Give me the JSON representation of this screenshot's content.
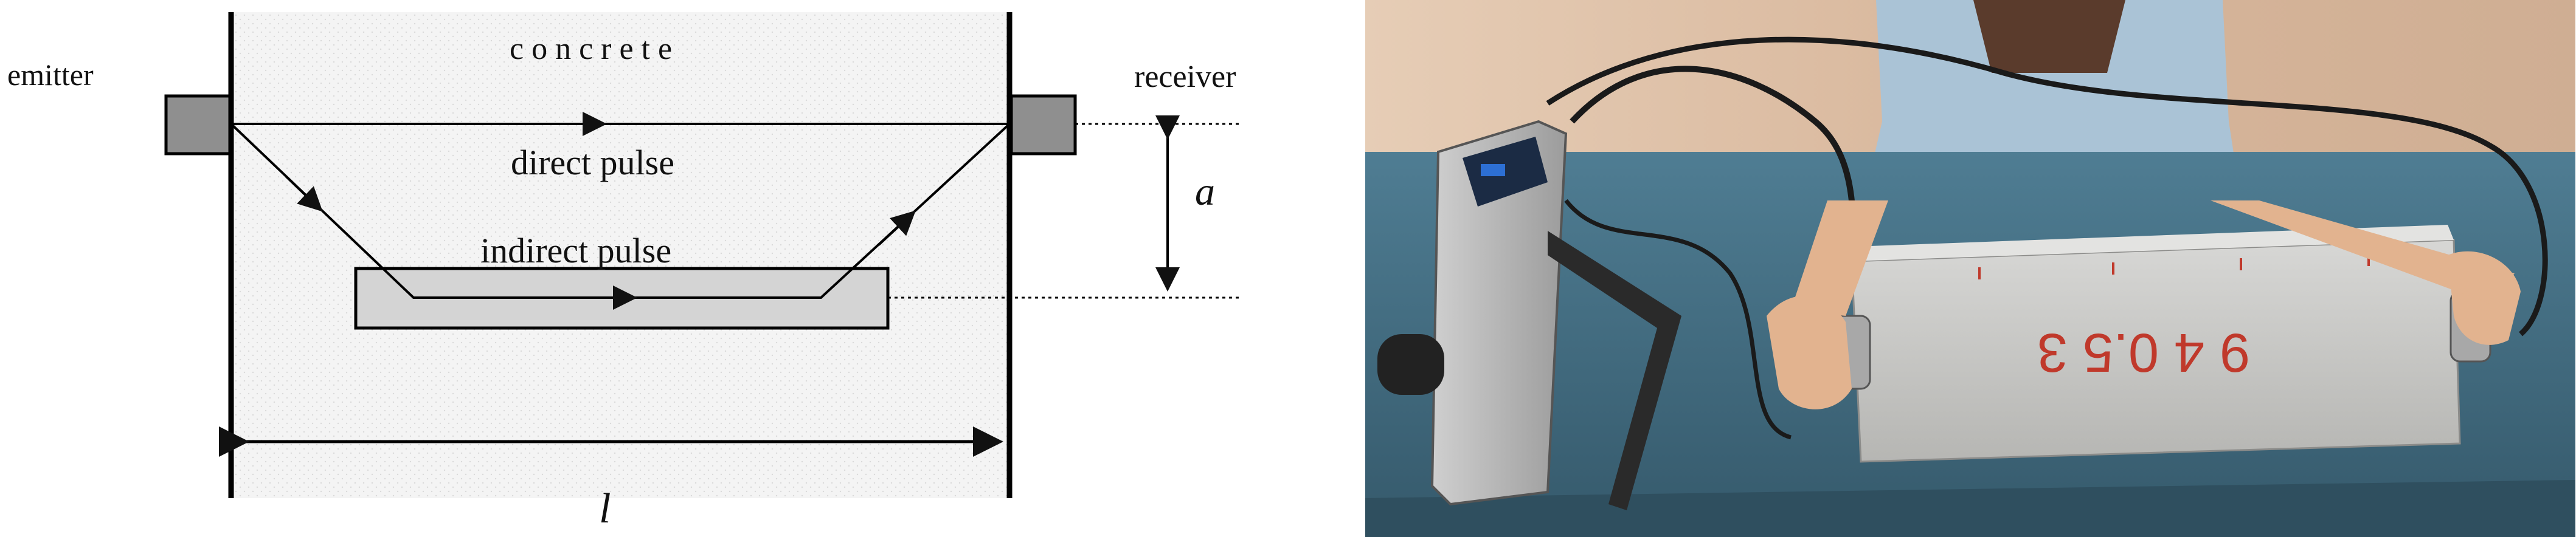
{
  "diagram": {
    "labels": {
      "emitter": "emitter",
      "receiver": "receiver",
      "concrete": "c o n c r e t e",
      "direct_pulse": "direct pulse",
      "indirect_pulse": "indirect  pulse",
      "depth_symbol": "a",
      "length_symbol": "l"
    }
  },
  "photo": {
    "specimen_markings": "9  4  0.5  3"
  },
  "colors": {
    "concrete_fill": "#f1f1f1",
    "transducer": "#8f8f8f",
    "table": "#3f6c82",
    "wall": "#dcbfa8",
    "specimen": "#c9c9c7"
  }
}
